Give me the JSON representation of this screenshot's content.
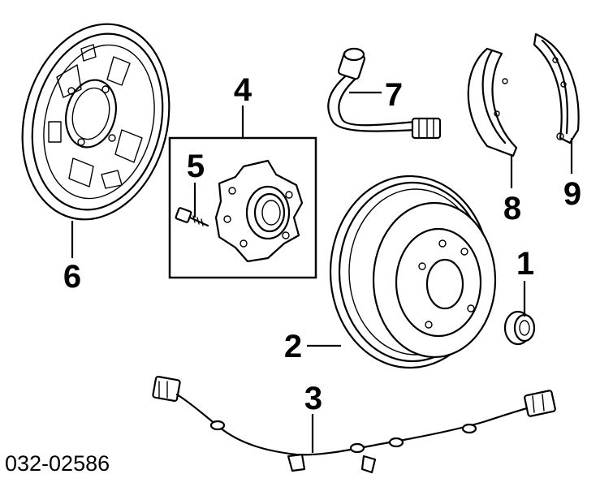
{
  "diagram": {
    "id_label": "032-02586",
    "callouts": {
      "hub_cap": "1",
      "brake_drum": "2",
      "abs_sensor_cable": "3",
      "hub_assembly_group": "4",
      "hub_bolt": "5",
      "backing_plate": "6",
      "brake_hose": "7",
      "brake_shoe_left": "8",
      "brake_shoe_right": "9"
    }
  }
}
